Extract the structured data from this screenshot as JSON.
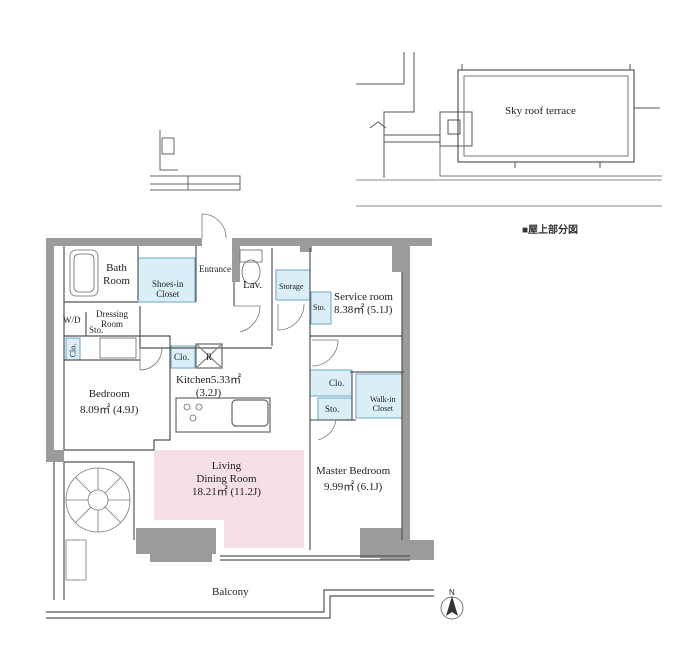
{
  "rooftop": {
    "terrace_label": "Sky roof terrace",
    "section_label": "■屋上部分図"
  },
  "rooms": {
    "bath": [
      "Bath",
      "Room"
    ],
    "shoes_closet": [
      "Shoes-in",
      "Closet"
    ],
    "entrance": "Entrance",
    "lavatory": "Lav.",
    "storage": "Storage",
    "service_room": {
      "name": "Service room",
      "area": "8.38㎡ (5.1J)"
    },
    "service_storage": "Sto.",
    "walk_in_closet_small": "W/D",
    "dressing_room": [
      "Dressing",
      "Room"
    ],
    "dressing_storage": "Sto.",
    "bedroom_closet": "Clo.",
    "kitchen_closet": "Clo.",
    "refrigerator": "R",
    "kitchen": {
      "name": "Kitchen5.33㎡",
      "tatami": "(3.2J)"
    },
    "master_closet": "Clo.",
    "master_storage": "Sto.",
    "walk_in_closet": [
      "Walk-in",
      "Closet"
    ],
    "bedroom": {
      "name": "Bedroom",
      "area": "8.09㎡ (4.9J)"
    },
    "living": {
      "name1": "Living",
      "name2": "Dining Room",
      "area": "18.21㎡ (11.2J)"
    },
    "master_bedroom": {
      "name": "Master Bedroom",
      "area": "9.99㎡ (6.1J)"
    },
    "balcony": "Balcony"
  },
  "compass": {
    "north_label": "N"
  },
  "colors": {
    "wall": "#9b9b9b",
    "wet_area": "#d9eef7",
    "living_highlight": "#f7dfea",
    "line": "#555555"
  }
}
